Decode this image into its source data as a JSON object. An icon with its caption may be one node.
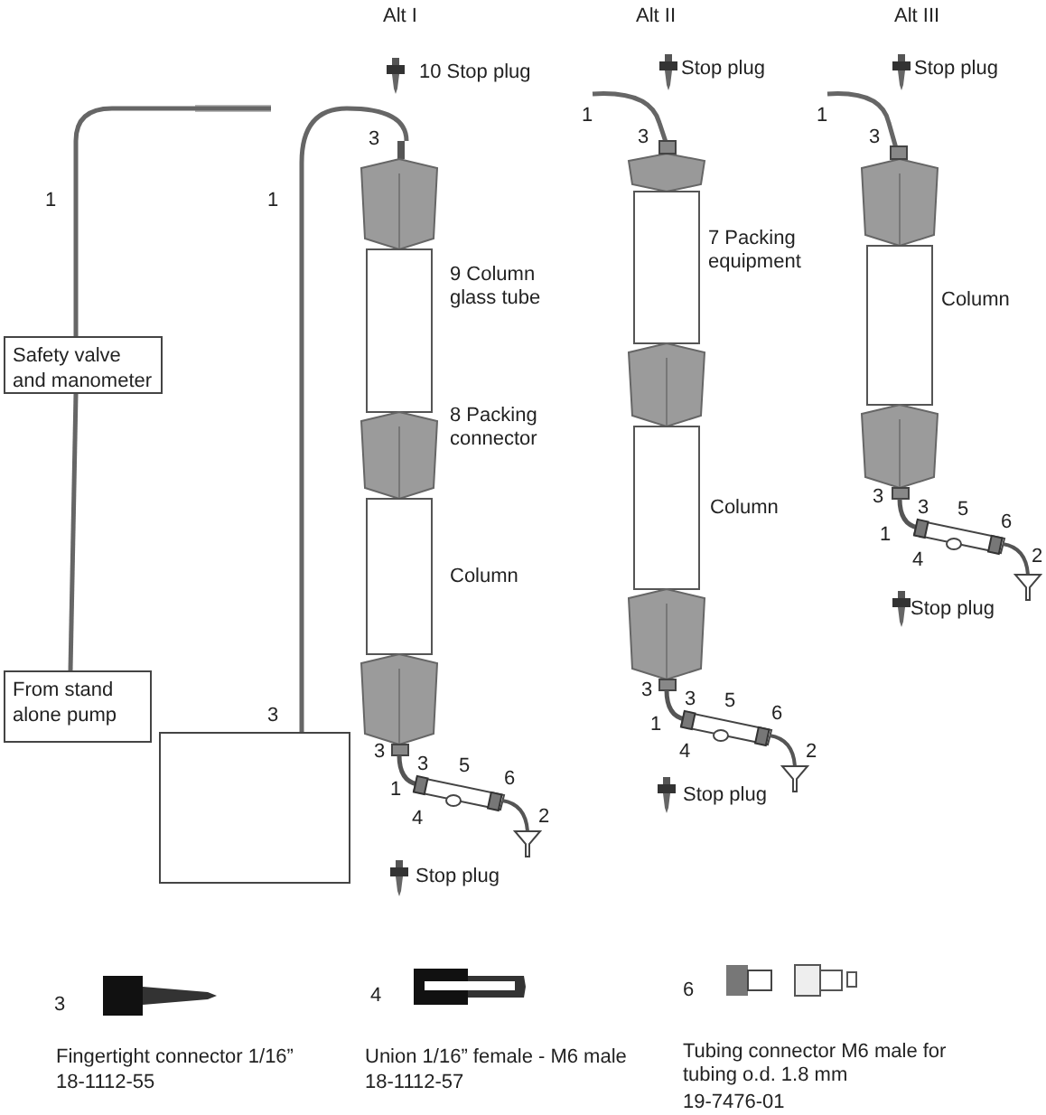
{
  "diagram": {
    "nodes": [
      {
        "text": [
          "Safety valve and manometer"
        ]
      },
      {
        "text": [
          "From stand alone pump"
        ]
      },
      {
        "text": [],
        "shape": "box"
      }
    ],
    "edges": [
      {
        "from": 1,
        "to": 0,
        "arrow": "none"
      },
      {
        "from": 0,
        "to": null,
        "arrow": "none"
      },
      {
        "from": 2,
        "to": null,
        "arrow": "none"
      }
    ],
    "labels": [
      "Alt I",
      "Alt II",
      "Alt III",
      "10 Stop plug",
      "Stop plug",
      "Stop plug",
      "1",
      "1",
      "3",
      "3",
      "3",
      "1",
      "1",
      "9 Column glass tube",
      "7 Packing equipment",
      "Column",
      "8 Packing connector",
      "Column",
      "Column",
      "3",
      "3",
      "3",
      "1",
      "5",
      "6",
      "4",
      "2",
      "Stop plug",
      "3",
      "3",
      "1",
      "5",
      "4",
      "6",
      "2",
      "Stop plug",
      "3",
      "3",
      "1",
      "5",
      "6",
      "4",
      "2",
      "Stop plug",
      "3",
      "4",
      "6",
      "Fingertight connector 1/16”",
      "18-1112-55",
      "Union 1/16” female - M6 male",
      "18-1112-57",
      "Tubing connector M6 male for tubing o.d. 1.8 mm",
      "19-7476-01"
    ]
  }
}
